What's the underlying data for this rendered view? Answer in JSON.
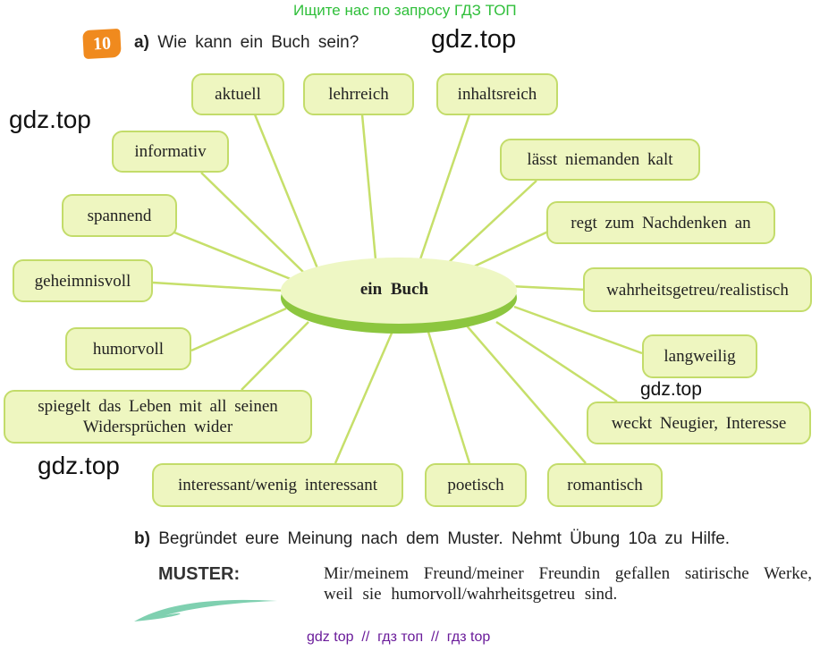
{
  "header_banner": "Ищите нас по запросу ГДЗ ТОП",
  "exercise": {
    "number": "10",
    "part_a_label": "a)",
    "part_a_text": "Wie kann ein Buch sein?",
    "center": "ein Buch",
    "words": [
      "aktuell",
      "lehrreich",
      "inhaltsreich",
      "informativ",
      "lässt niemanden kalt",
      "spannend",
      "regt zum Nachdenken an",
      "geheimnisvoll",
      "wahrheitsgetreu/realistisch",
      "humorvoll",
      "langweilig",
      "spiegelt das Leben mit all seinen Widersprüchen wider",
      "weckt Neugier, Interesse",
      "interessant/wenig interessant",
      "poetisch",
      "romantisch"
    ],
    "part_b_label": "b)",
    "part_b_text": "Begründet eure Meinung nach dem Muster. Nehmt Übung 10a zu Hilfe.",
    "muster_label": "MUSTER:",
    "muster_text": "Mir/meinem Freund/meiner Freundin gefallen satirische Werke, weil sie humorvoll/wahrheitsgetreu sind."
  },
  "watermarks": [
    "gdz.top",
    "gdz.top",
    "gdz.top",
    "gdz.top"
  ],
  "footer": "gdz top  //  гдз топ  //  гдз top",
  "colors": {
    "banner": "#2fbf3a",
    "box_bg": "#eef6c0",
    "box_border": "#c3dc6a",
    "badge": "#f08a1e",
    "footer": "#6a1b9a"
  }
}
